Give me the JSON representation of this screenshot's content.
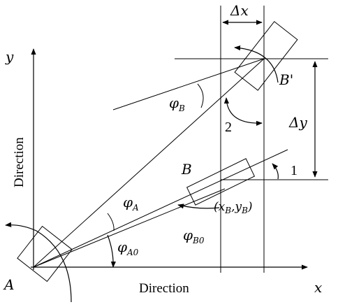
{
  "axes": {
    "x_label": "x",
    "y_label": "y",
    "x_direction": "Direction",
    "y_direction": "Direction"
  },
  "points": {
    "A": "A",
    "B": "B",
    "B_prime": "B'",
    "B_coord": {
      "open": "(",
      "x": "x",
      "x_sub": "B",
      "sep": ",",
      "y": "y",
      "y_sub": "B",
      "close": ")"
    }
  },
  "angles": {
    "phi": "φ",
    "A_sub": "A",
    "A0_sub": "A0",
    "B_sub": "B",
    "B0_sub": "B0"
  },
  "deltas": {
    "dx": "Δx",
    "dy": "Δy"
  },
  "markers": {
    "one": "1",
    "two": "2"
  }
}
